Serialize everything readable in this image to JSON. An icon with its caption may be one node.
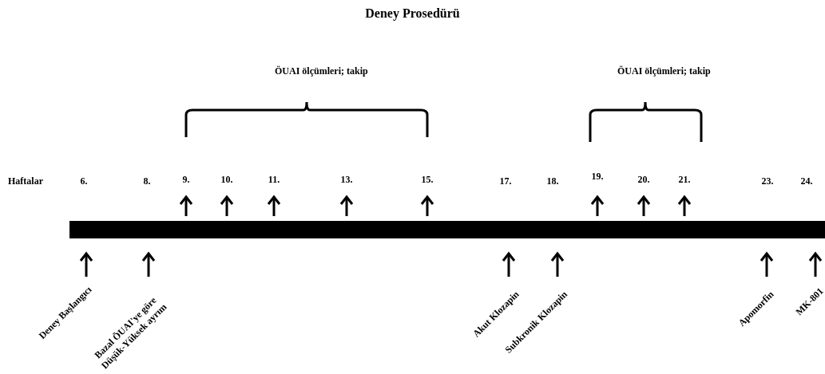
{
  "diagram": {
    "title": "Deney Prosedürü",
    "nodes": [
      {
        "text": [],
        "shape": "bar"
      }
    ],
    "labels": [
      "ÖUAI ölçümleri; takip",
      "ÖUAI ölçümleri; takip",
      "Haftalar",
      "6.",
      "8.",
      "9.",
      "10.",
      "11.",
      "13.",
      "15.",
      "17.",
      "18.",
      "19.",
      "20.",
      "21.",
      "23.",
      "24.",
      "Deney Başlangıcı",
      "Bazal ÖUAI'ye göre Düşük-Yüksek ayrım",
      "Akut Klozapin",
      "Subkronik Klozapin",
      "Apomorfin",
      "MK-801"
    ]
  }
}
